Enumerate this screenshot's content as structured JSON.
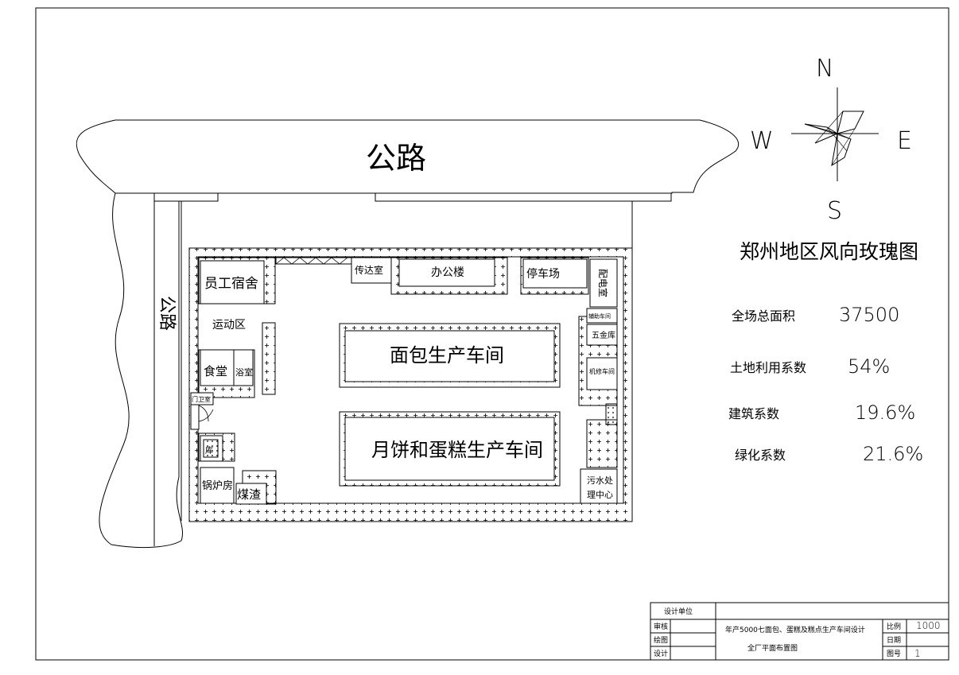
{
  "roads": {
    "north": "公路",
    "west": "公路"
  },
  "compass": {
    "n": "N",
    "s": "S",
    "e": "E",
    "w": "W",
    "caption": "郑州地区风向玫瑰图"
  },
  "buildings": {
    "dorm": "员工宿舍",
    "sports": "运动区",
    "canteen": "食堂",
    "bath": "浴室",
    "guard": "门卫室",
    "storage": "库",
    "boiler": "锅炉房",
    "slag": "煤渣",
    "reception": "传达室",
    "office": "办公楼",
    "parking": "停车场",
    "substation": "配电室",
    "aux": "辅助车间",
    "hardware": "五金库",
    "repair": "机修车间",
    "bread": "面包生产车间",
    "mooncake": "月饼和蛋糕生产车间",
    "sewage_1": "污水处",
    "sewage_2": "理中心"
  },
  "stats": [
    {
      "label": "全场总面积",
      "value": "37500"
    },
    {
      "label": "土地利用系数",
      "value": "54%"
    },
    {
      "label": "建筑系数",
      "value": "19.6%"
    },
    {
      "label": "绿化系数",
      "value": "21.6%"
    }
  ],
  "titleblock": {
    "design_unit": "设计单位",
    "review": "审核",
    "draw": "绘图",
    "design": "设计",
    "project": "年产5000七面包、蛋糕及糕点生产车间设计",
    "drawing": "全厂平面布置图",
    "scale_label": "比例",
    "scale": "1000",
    "date_label": "日期",
    "no_label": "图号",
    "no": "1"
  }
}
